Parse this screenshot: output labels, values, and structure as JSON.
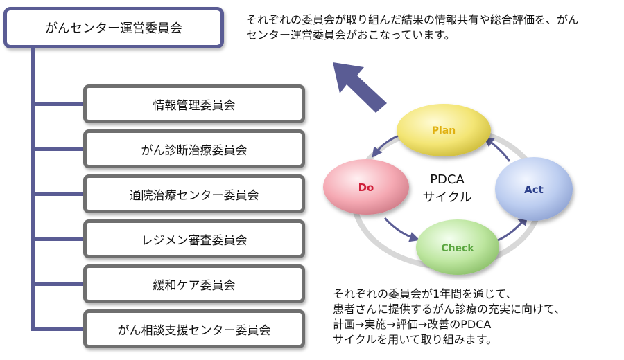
{
  "org": {
    "top_label": "がんセンター運営委員会",
    "committees": [
      "情報管理委員会",
      "がん診断治療委員会",
      "通院治療センター委員会",
      "レジメン審査委員会",
      "緩和ケア委員会",
      "がん相談支援センター委員会"
    ]
  },
  "description_top": "それぞれの委員会が取り組んだ結果の情報共有や総合評価を、がん\nセンター運営委員会がおこなっています。",
  "description_bottom": "それぞれの委員会が1年間を通じて、\n患者さんに提供するがん診療の充実に向けて、\n計画→実施→評価→改善のPDCA\nサイクルを用いて取り組みます。",
  "pdca": {
    "center_line1": "PDCA",
    "center_line2": "サイクル",
    "plan": "Plan",
    "do": "Do",
    "check": "Check",
    "act": "Act",
    "colors": {
      "plan": "#f1e36a",
      "do": "#f4a3ae",
      "check": "#b9e39a",
      "act": "#b7c8ef",
      "arrow": "#5a5c94"
    }
  }
}
